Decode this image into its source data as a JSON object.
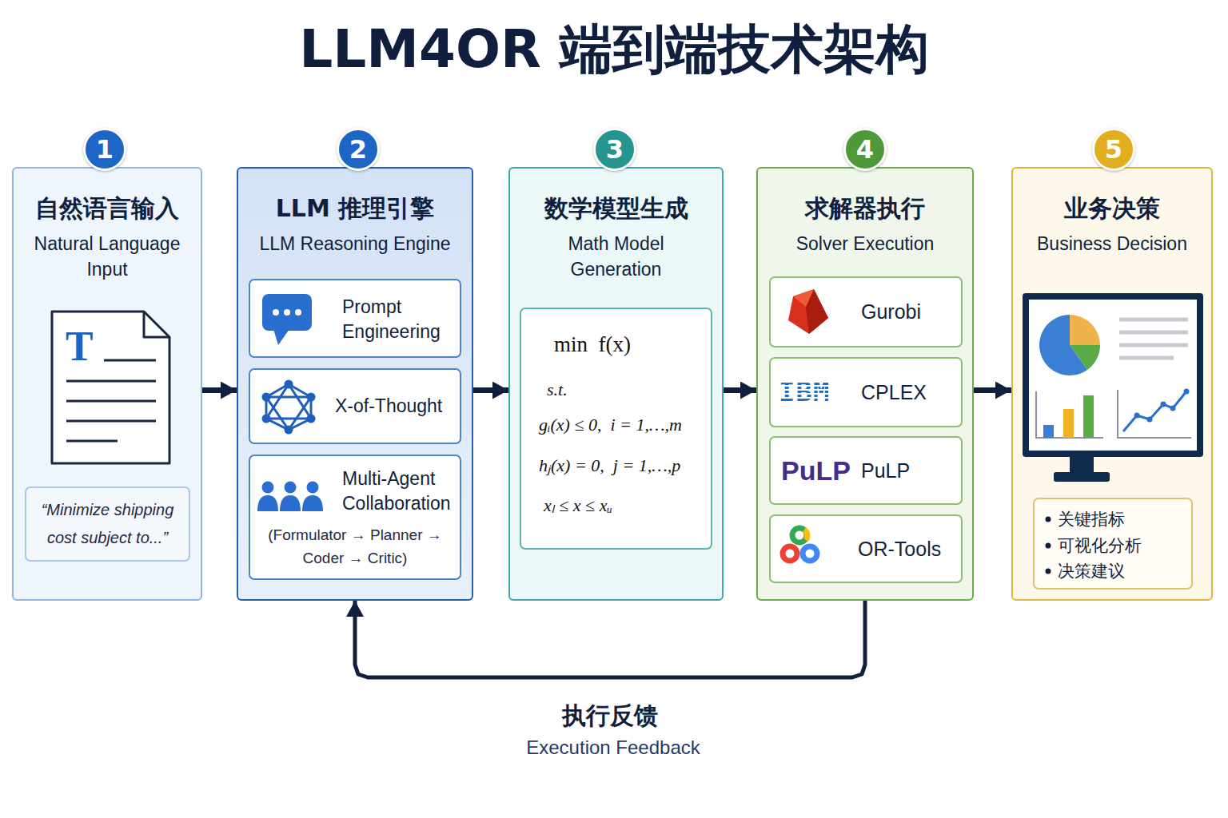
{
  "diagram": {
    "title": "LLM4OR 端到端技术架构",
    "nodes": [
      {
        "text": [
          "自然语言输入",
          "Natural Language Input"
        ]
      },
      {
        "text": [
          "1"
        ],
        "in": 0
      },
      {
        "text": [
          "“Minimize shipping cost subject to...”"
        ],
        "in": 0
      },
      {
        "text": [
          "LLM 推理引擎",
          "LLM Reasoning Engine"
        ]
      },
      {
        "text": [
          "2"
        ],
        "in": 3
      },
      {
        "text": [
          "Prompt Engineering"
        ],
        "in": 3
      },
      {
        "text": [
          "X-of-Thought"
        ],
        "in": 3
      },
      {
        "text": [
          "Multi-Agent Collaboration",
          "(Formulator → Planner → Coder → Critic)"
        ],
        "in": 3
      },
      {
        "text": [
          "数学模型生成",
          "Math Model Generation"
        ]
      },
      {
        "text": [
          "3"
        ],
        "in": 8
      },
      {
        "text": [
          "min  f(x)",
          "s.t.",
          "gᵢ(x) ≤ 0,  i = 1,…,m",
          "hⱼ(x) = 0,  j = 1,…,p",
          "xₗ ≤ x ≤ xᵤ"
        ],
        "in": 8
      },
      {
        "text": [
          "求解器执行",
          "Solver Execution"
        ]
      },
      {
        "text": [
          "4"
        ],
        "in": 11
      },
      {
        "text": [
          "Gurobi"
        ],
        "in": 11
      },
      {
        "text": [
          "IBM",
          "CPLEX"
        ],
        "in": 11
      },
      {
        "text": [
          "PuLP",
          "PuLP"
        ],
        "in": 11
      },
      {
        "text": [
          "OR-Tools"
        ],
        "in": 11
      },
      {
        "text": [
          "业务决策",
          "Business Decision"
        ]
      },
      {
        "text": [
          "5"
        ],
        "in": 17
      },
      {
        "text": [
          "关键指标",
          "可视化分析",
          "决策建议"
        ],
        "in": 17
      }
    ],
    "edges": [
      {
        "from": 0,
        "to": 3,
        "arrow": "to"
      },
      {
        "from": 3,
        "to": 8,
        "arrow": "to"
      },
      {
        "from": 8,
        "to": 11,
        "arrow": "to"
      },
      {
        "from": 11,
        "to": 17,
        "arrow": "to"
      },
      {
        "from": 11,
        "to": 3,
        "label": "执行反馈",
        "arrow": "to"
      }
    ],
    "labels": [
      "T",
      "Execution Feedback"
    ]
  }
}
